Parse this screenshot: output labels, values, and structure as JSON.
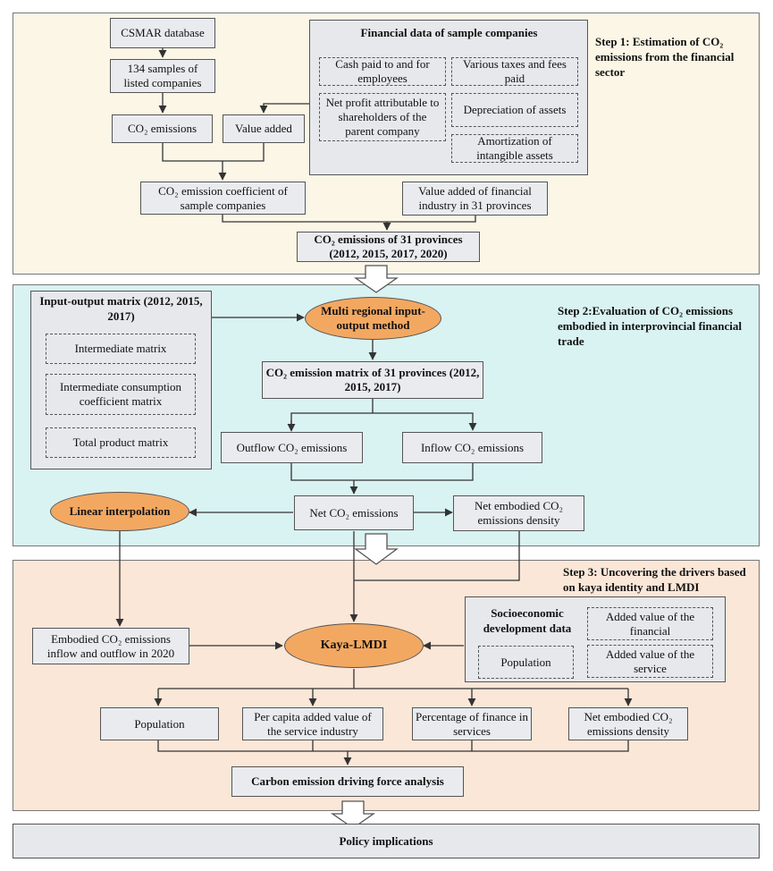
{
  "step1": {
    "label": "Step 1: Estimation of CO₂ emissions from the financial sector",
    "csmar": "CSMAR database",
    "samples": "134 samples of listed companies",
    "co2_emissions": "CO₂ emissions",
    "value_added": "Value added",
    "fin_title": "Financial data of sample companies",
    "fin_items": [
      "Cash paid to and for employees",
      "Various taxes and fees paid",
      "Net profit attributable to shareholders of the parent company",
      "Depreciation of assets",
      "Amortization of intangible assets"
    ],
    "coefficient": "CO₂ emission coefficient of sample companies",
    "va_fin": "Value added of financial industry in 31 provinces",
    "prov_emissions": "CO₂ emissions of 31 provinces (2012, 2015, 2017, 2020)"
  },
  "step2": {
    "label": "Step 2:Evaluation of CO₂ emissions embodied in interprovincial financial trade",
    "io_title": "Input-output matrix (2012, 2015, 2017)",
    "io_items": [
      "Intermediate matrix",
      "Intermediate consumption coefficient matrix",
      "Total product  matrix"
    ],
    "mrio": "Multi regional input-output method",
    "matrix": "CO₂ emission matrix of 31 provinces (2012, 2015, 2017)",
    "outflow": "Outflow CO₂ emissions",
    "inflow": "Inflow CO₂ emissions",
    "net": "Net CO₂ emissions",
    "density": "Net embodied CO₂ emissions density",
    "interp": "Linear interpolation"
  },
  "step3": {
    "label": "Step 3: Uncovering the drivers based on kaya identity and LMDI",
    "embodied": "Embodied CO₂ emissions inflow and outflow in 2020",
    "kaya": "Kaya-LMDI",
    "socio_title": "Socioeconomic development data",
    "socio_items": [
      "Added value of the financial",
      "Population",
      "Added value of the service"
    ],
    "drivers": [
      "Population",
      "Per capita added value of the service industry",
      "Percentage of finance in services",
      "Net embodied CO₂ emissions density"
    ],
    "analysis": "Carbon emission driving force analysis"
  },
  "policy": "Policy implications"
}
